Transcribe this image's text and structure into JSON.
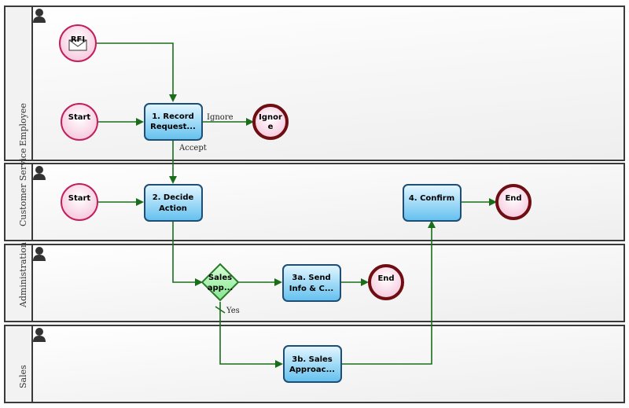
{
  "lanes": [
    {
      "label": "Employee"
    },
    {
      "label": "Customer Service"
    },
    {
      "label": "Administration"
    },
    {
      "label": "Sales"
    }
  ],
  "events": {
    "rfi": "RFI",
    "employee_start": "Start",
    "ignore_end_line1": "Ignor",
    "ignore_end_line2": "e",
    "cs_start": "Start",
    "cs_end": "End",
    "admin_end": "End"
  },
  "tasks": {
    "record_line1": "1. Record",
    "record_line2": "Request...",
    "decide_line1": "2. Decide",
    "decide_line2": "Action",
    "confirm_line1": "4. Confirm",
    "send_line1": "3a. Send",
    "send_line2": "Info & C...",
    "sales_line1": "3b. Sales",
    "sales_line2": "Approac..."
  },
  "gateway": {
    "line1": "Sales",
    "line2": "app..."
  },
  "edge_labels": {
    "ignore": "Ignore",
    "accept": "Accept",
    "yes": "Yes"
  },
  "colors": {
    "lane_border": "#3a3a3a",
    "arrow": "#1a6e1a",
    "task_fill_top": "#d6f1ff",
    "task_fill_bottom": "#6ec5ef",
    "task_border": "#1f4d73",
    "start_fill": "#fbe0ee",
    "start_border": "#c2205c",
    "end_border": "#6e0e12",
    "gateway_fill": "#9ff0a8",
    "gateway_border": "#2a7a2a"
  },
  "icons": {
    "lane_person": "person-icon",
    "message": "envelope-icon"
  }
}
